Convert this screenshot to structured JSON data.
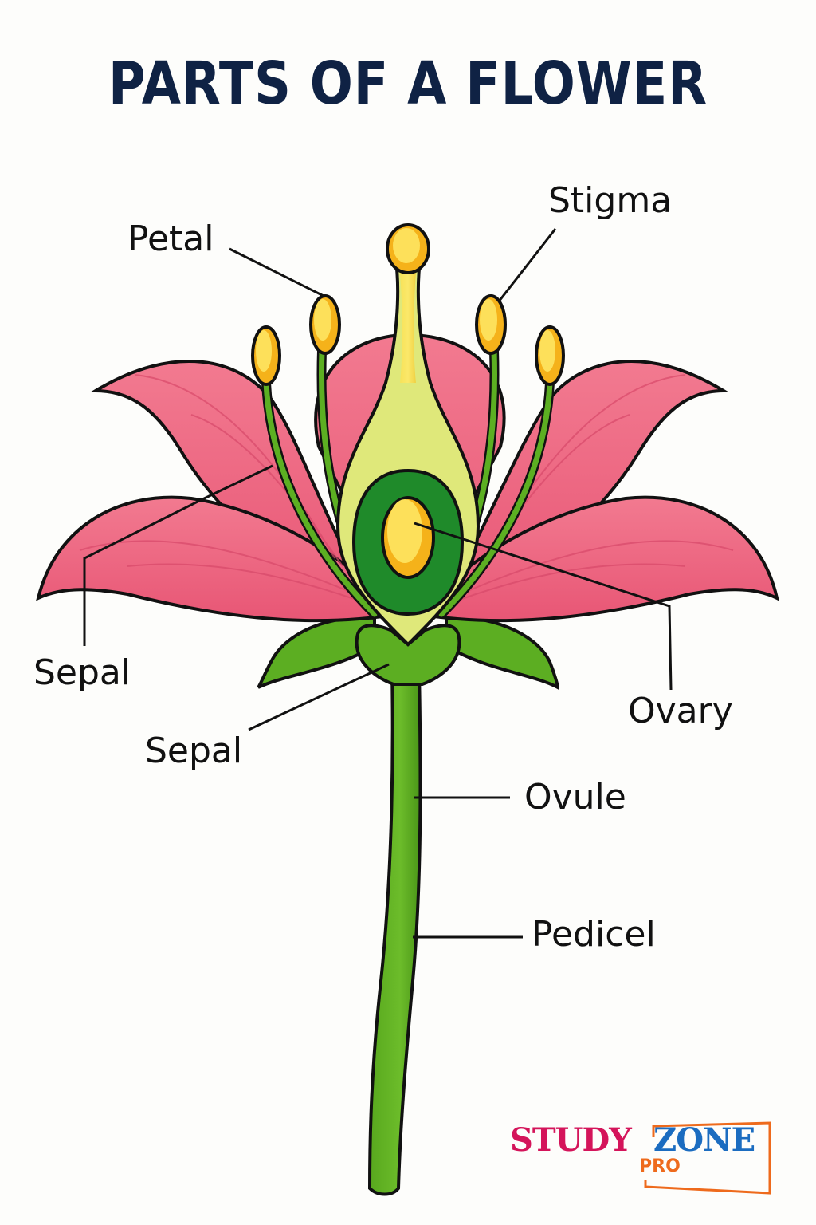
{
  "title": "PARTS OF A FLOWER",
  "labels": {
    "petal": "Petal",
    "stigma": "Stigma",
    "sepal_left": "Sepal",
    "sepal_lower": "Sepal",
    "ovary": "Ovary",
    "ovule": "Ovule",
    "pedicel": "Pedicel"
  },
  "logo": {
    "word1": "STUDY",
    "word2": "ZONE",
    "sub": "PRO"
  },
  "colors": {
    "title": "#0f2244",
    "petal": "#f07088",
    "petal_shade": "#e35876",
    "green": "#5aa820",
    "dark_green": "#1f8a2a",
    "pistil_light": "#dfe87a",
    "anther_yellow": "#fcd640",
    "anther_orange": "#f5b21a",
    "logo_pink": "#d4145a",
    "logo_blue": "#1b6cc0",
    "logo_orange": "#ee6a1c"
  }
}
